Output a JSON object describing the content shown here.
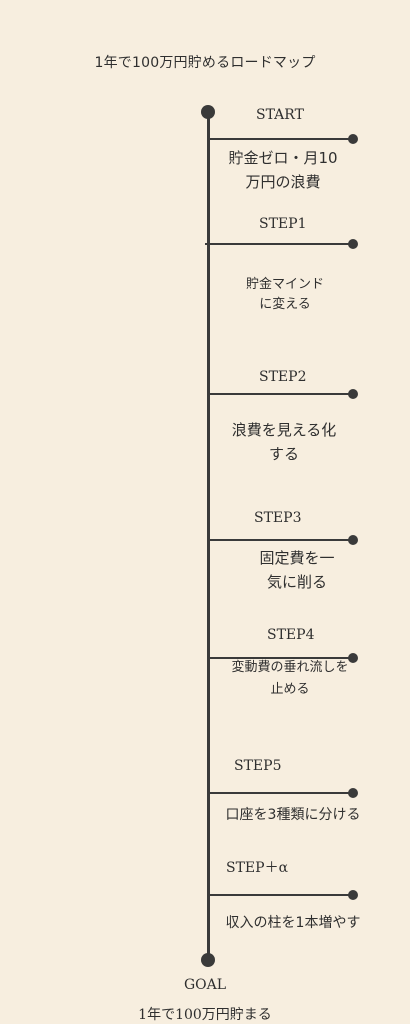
{
  "title": "1年で100万円貯めるロードマップ",
  "steps": [
    {
      "label": "START",
      "desc": "貯金ゼロ・月10\n万円の浪費"
    },
    {
      "label": "STEP1",
      "desc": "貯金マインド\nに変える"
    },
    {
      "label": "STEP2",
      "desc": "浪費を見える化\nする"
    },
    {
      "label": "STEP3",
      "desc": "固定費を一\n気に削る"
    },
    {
      "label": "STEP4",
      "desc": "変動費の垂れ流しを\n止める"
    },
    {
      "label": "STEP5",
      "desc": "口座を3種類に分ける"
    },
    {
      "label": "STEP＋α",
      "desc": "収入の柱を1本増やす"
    }
  ],
  "goal": {
    "label": "GOAL",
    "desc": "1年で100万円貯まる"
  }
}
